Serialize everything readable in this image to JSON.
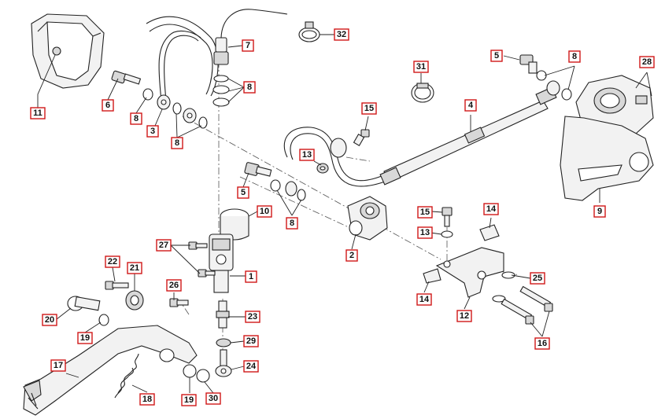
{
  "diagram": {
    "type": "exploded-parts-diagram",
    "label_colors": {
      "border": "#d01818",
      "text": "#111111",
      "fill": "#ffffff"
    },
    "callouts": [
      {
        "id": "c11",
        "text": "11"
      },
      {
        "id": "c6",
        "text": "6"
      },
      {
        "id": "c8a",
        "text": "8"
      },
      {
        "id": "c3",
        "text": "3"
      },
      {
        "id": "c8b",
        "text": "8"
      },
      {
        "id": "c7",
        "text": "7"
      },
      {
        "id": "c8c",
        "text": "8"
      },
      {
        "id": "c32",
        "text": "32"
      },
      {
        "id": "c31",
        "text": "31"
      },
      {
        "id": "c5a",
        "text": "5"
      },
      {
        "id": "c8d",
        "text": "8"
      },
      {
        "id": "c28",
        "text": "28"
      },
      {
        "id": "c4",
        "text": "4"
      },
      {
        "id": "c15a",
        "text": "15"
      },
      {
        "id": "c13a",
        "text": "13"
      },
      {
        "id": "c9",
        "text": "9"
      },
      {
        "id": "c5b",
        "text": "5"
      },
      {
        "id": "c10",
        "text": "10"
      },
      {
        "id": "c8e",
        "text": "8"
      },
      {
        "id": "c2",
        "text": "2"
      },
      {
        "id": "c15b",
        "text": "15"
      },
      {
        "id": "c14a",
        "text": "14"
      },
      {
        "id": "c13b",
        "text": "13"
      },
      {
        "id": "c27",
        "text": "27"
      },
      {
        "id": "c22",
        "text": "22"
      },
      {
        "id": "c21",
        "text": "21"
      },
      {
        "id": "c1",
        "text": "1"
      },
      {
        "id": "c25",
        "text": "25"
      },
      {
        "id": "c14b",
        "text": "14"
      },
      {
        "id": "c12",
        "text": "12"
      },
      {
        "id": "c26",
        "text": "26"
      },
      {
        "id": "c20",
        "text": "20"
      },
      {
        "id": "c23",
        "text": "23"
      },
      {
        "id": "c19a",
        "text": "19"
      },
      {
        "id": "c29",
        "text": "29"
      },
      {
        "id": "c16",
        "text": "16"
      },
      {
        "id": "c17",
        "text": "17"
      },
      {
        "id": "c24",
        "text": "24"
      },
      {
        "id": "c18",
        "text": "18"
      },
      {
        "id": "c19b",
        "text": "19"
      },
      {
        "id": "c30",
        "text": "30"
      }
    ]
  }
}
